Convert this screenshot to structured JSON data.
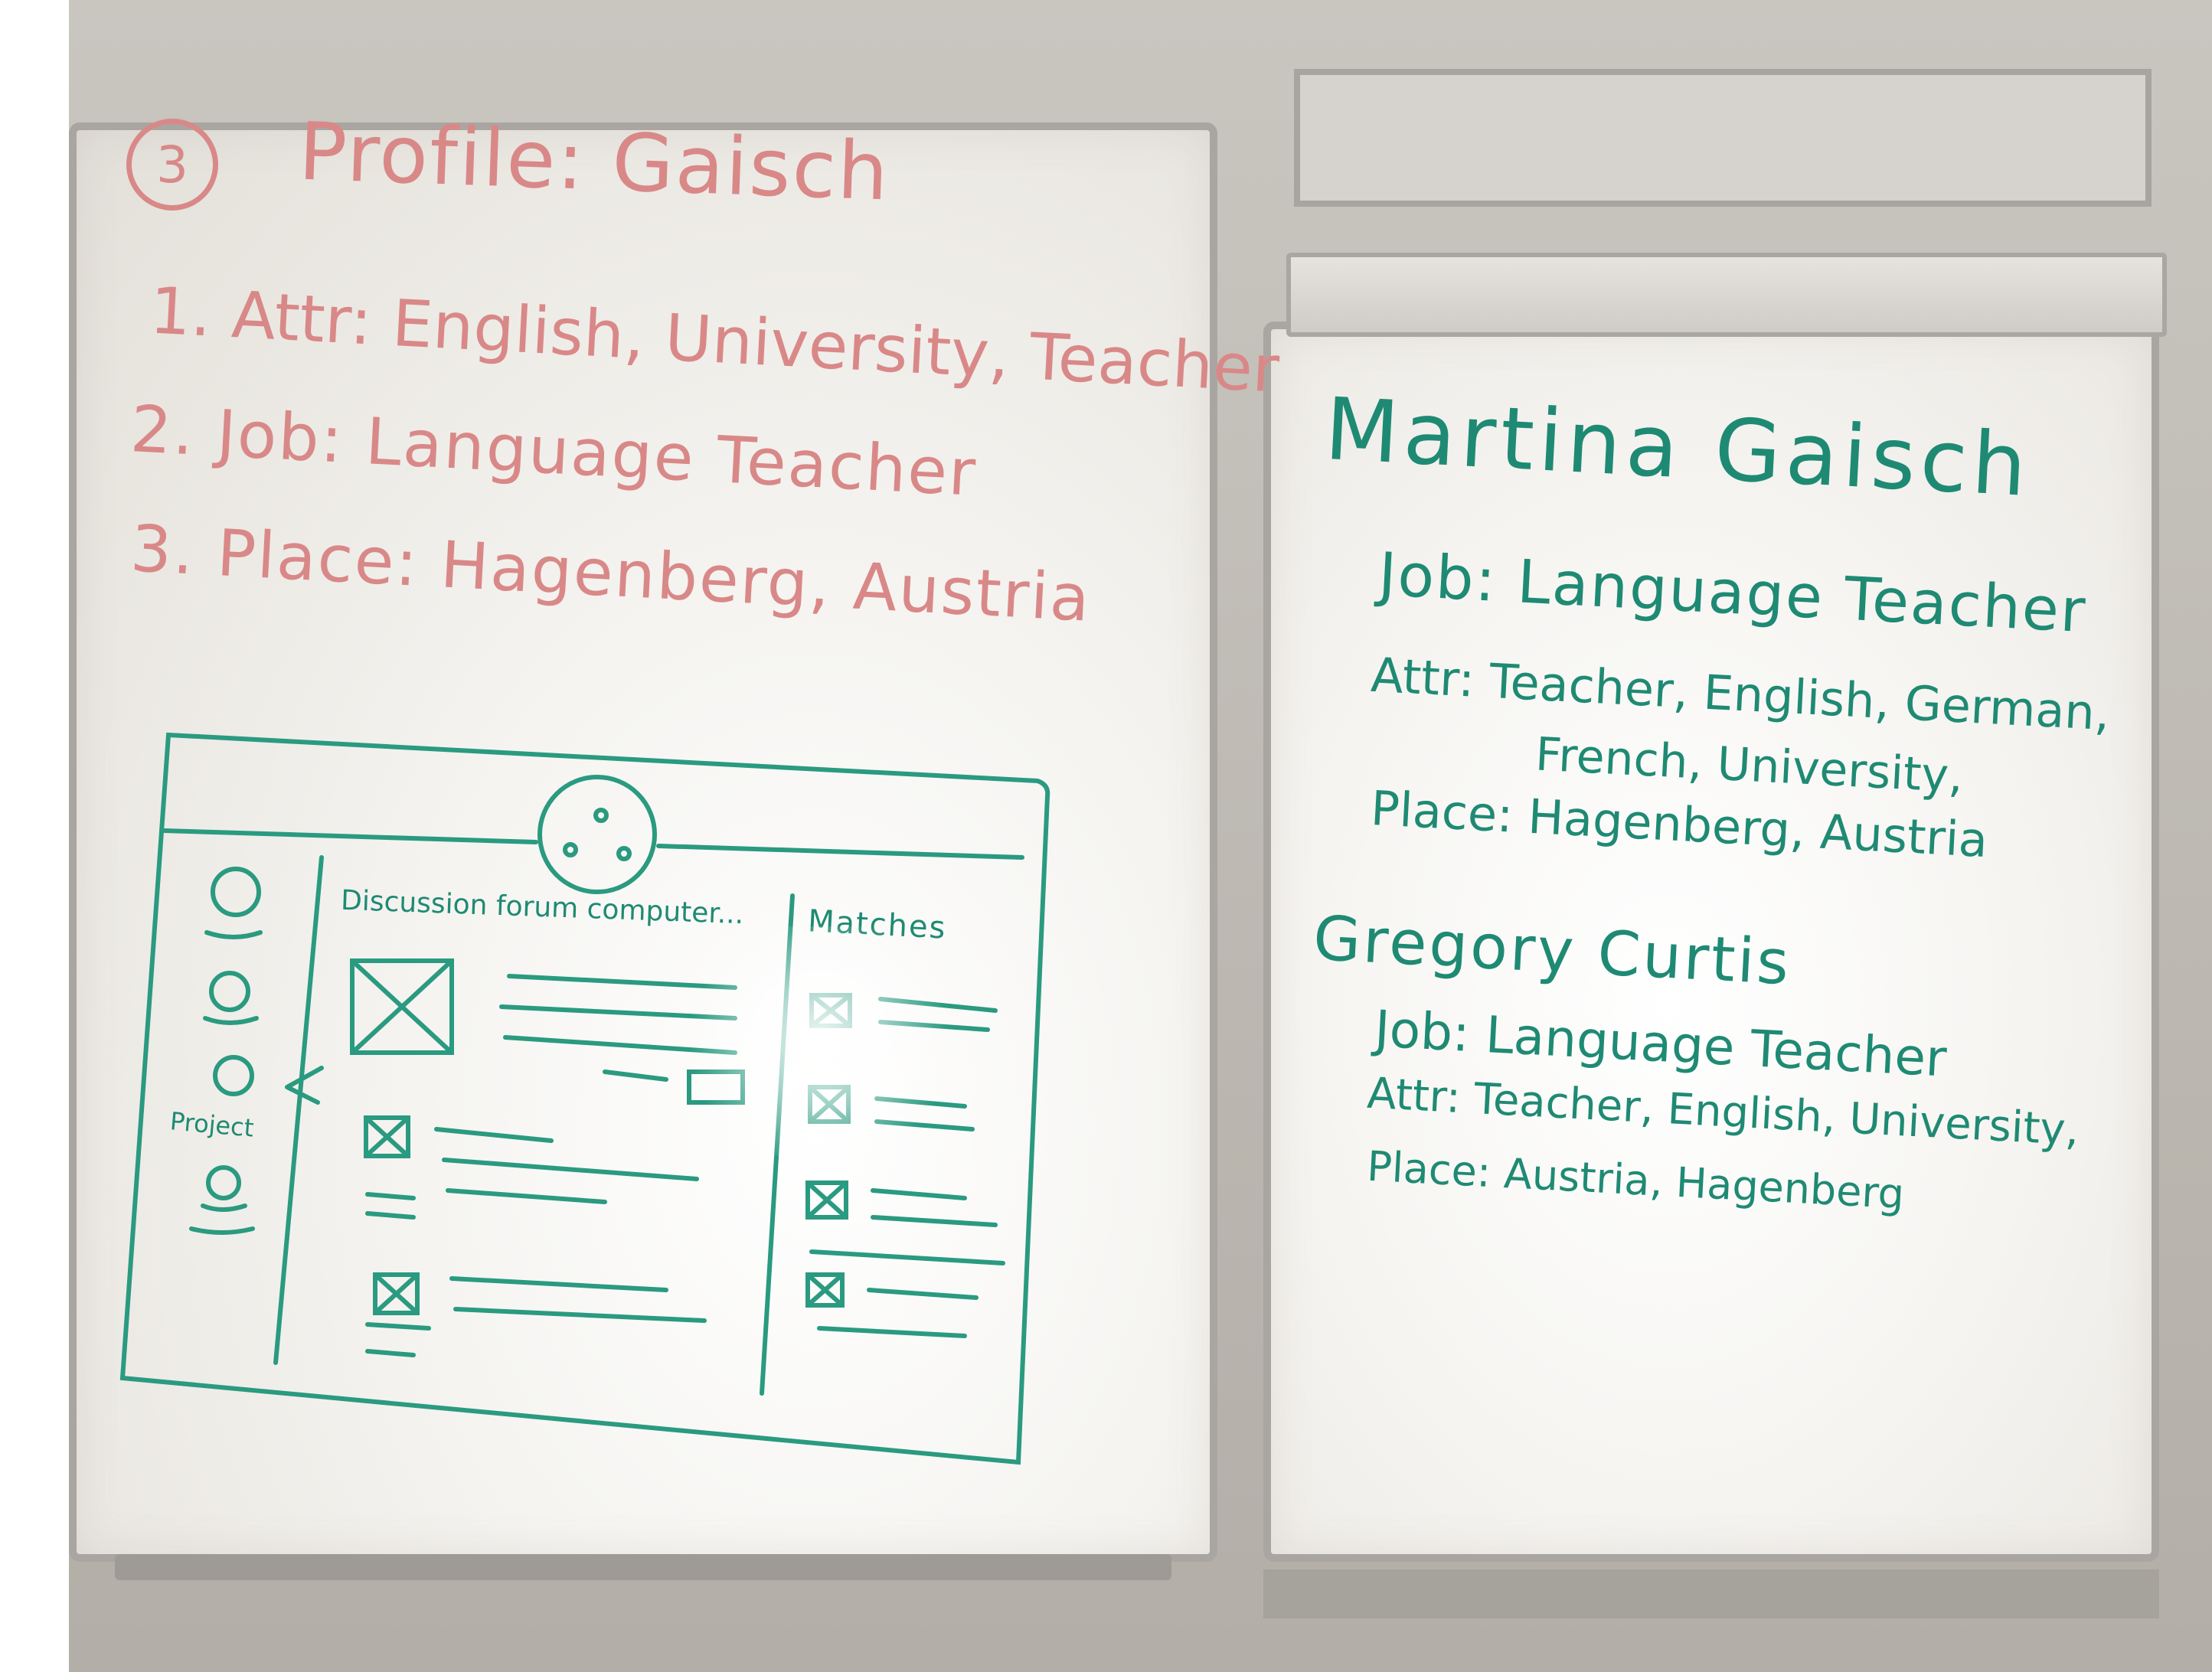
{
  "left_board": {
    "title_number": "3",
    "title": "Profile: Gaisch",
    "lines": [
      "1. Attr: English, University, Teacher",
      "2. Job: Language Teacher",
      "3. Place: Hagenberg, Austria"
    ],
    "sketch": {
      "feed_header": "Discussion forum computer...",
      "matches_header": "Matches",
      "sidebar_label": "Project"
    }
  },
  "right_board": {
    "profiles": [
      {
        "name": "Martina Gaisch",
        "job": "Job: Language Teacher",
        "attr_line1": "Attr: Teacher, English, German,",
        "attr_line2": "French, University,",
        "place": "Place: Hagenberg, Austria"
      },
      {
        "name": "Gregory Curtis",
        "job": "Job: Language Teacher",
        "attr": "Attr: Teacher, English, University,",
        "place": "Place: Austria, Hagenberg"
      }
    ]
  },
  "colors": {
    "red_marker": "#d98888",
    "green_marker": "#1f8a73"
  }
}
